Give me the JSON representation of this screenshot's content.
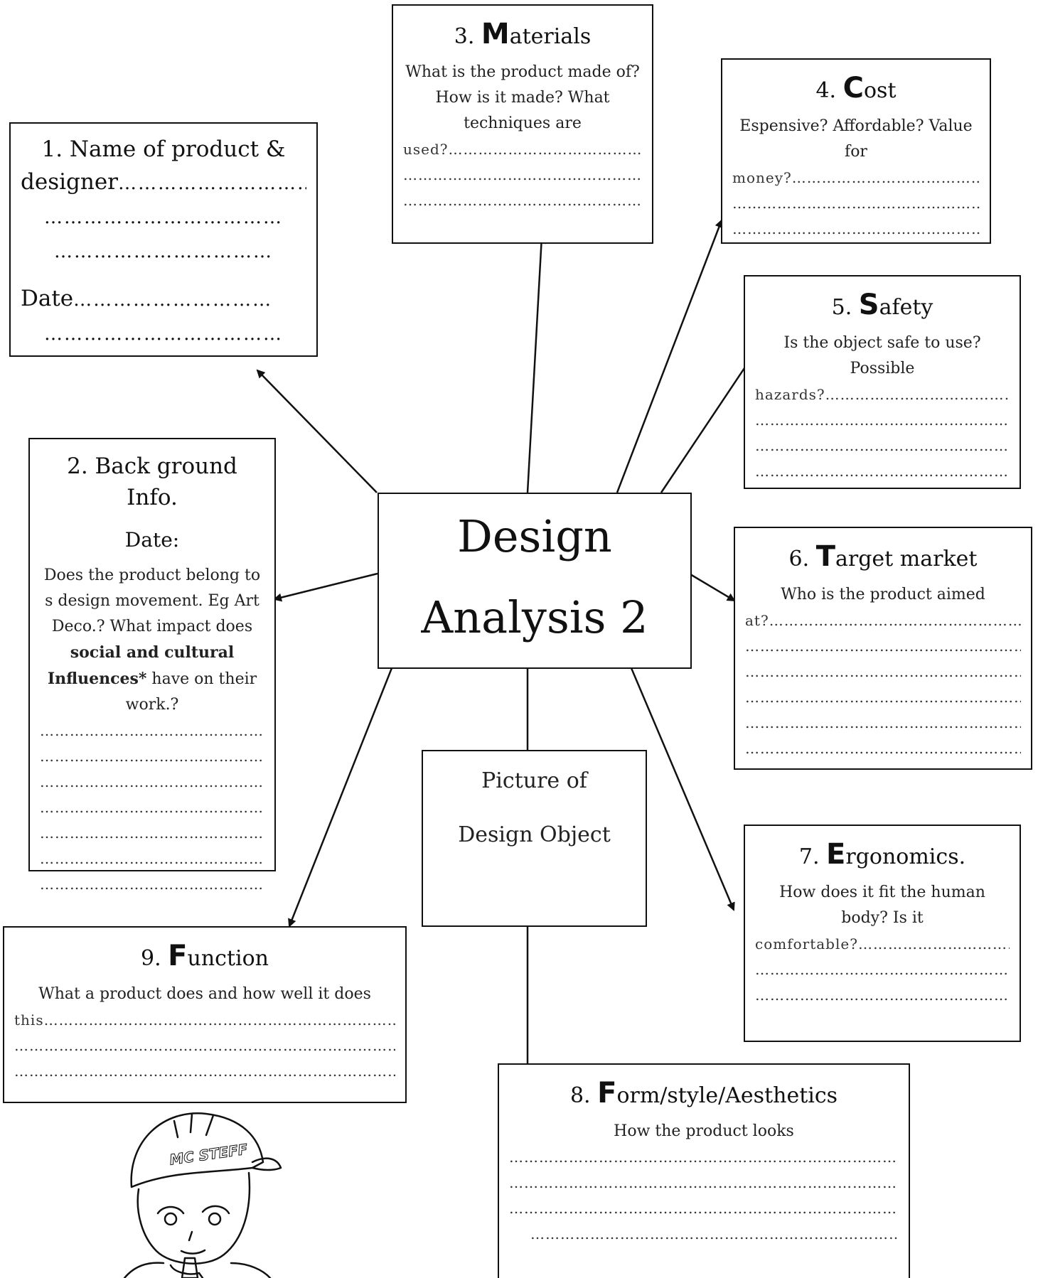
{
  "center": {
    "line1": "Design",
    "line2": "Analysis 2"
  },
  "picture": {
    "line1": "Picture of",
    "line2": "Design Object"
  },
  "box1": {
    "title": "1. Name of product &",
    "line2": "designer",
    "dots_a": "…………………………",
    "dots_b": "………………………………",
    "dots_c": "……………………………",
    "date_label": "Date",
    "dots_d": "…………………………",
    "dots_e": "………………………………"
  },
  "box2": {
    "title": "2. Back ground Info.",
    "date_label": "Date:",
    "desc_a": "Does the product belong to s design movement. Eg Art Deco.? What impact does",
    "desc_bold": "social and cultural Influences*",
    "desc_b": "have on their work.?",
    "dots": "………………………………………"
  },
  "box3": {
    "num": "3.",
    "cap": "M",
    "rest": "aterials",
    "desc": "What is the product made of? How is it made? What techniques are",
    "last_word": "used?",
    "dots": "………………………………………………………………"
  },
  "box4": {
    "num": "4.",
    "cap": "C",
    "rest": "ost",
    "desc": "Espensive? Affordable? Value for",
    "last_word": "money?",
    "dots": "………………………………………………………………"
  },
  "box5": {
    "num": "5.",
    "cap": "S",
    "rest": "afety",
    "desc": "Is the object safe to use? Possible",
    "last_word": "hazards?",
    "dots": "………………………………………………………………"
  },
  "box6": {
    "num": "6.",
    "cap": "T",
    "rest": "arget market",
    "desc": "Who is the product aimed",
    "last_word": "at?",
    "dots": "…………………………………………………………………"
  },
  "box7": {
    "num": "7.",
    "cap": "E",
    "rest": "rgonomics.",
    "desc": "How does it fit the human body? Is it",
    "last_word": "comfortable?",
    "dots": "………………………………………………………………"
  },
  "box8": {
    "num": "8.",
    "cap": "F",
    "rest": "orm/style/Aesthetics",
    "desc": "How the product  looks",
    "dots": "………………………………………………………………………………"
  },
  "box9": {
    "num": "9.",
    "cap": "F",
    "rest": "unction",
    "desc": "What a product does and how well it does",
    "last_word": "this",
    "dots": "…………………………………………………………………………"
  },
  "cartoon": {
    "cap_text": "MC STEFF"
  }
}
